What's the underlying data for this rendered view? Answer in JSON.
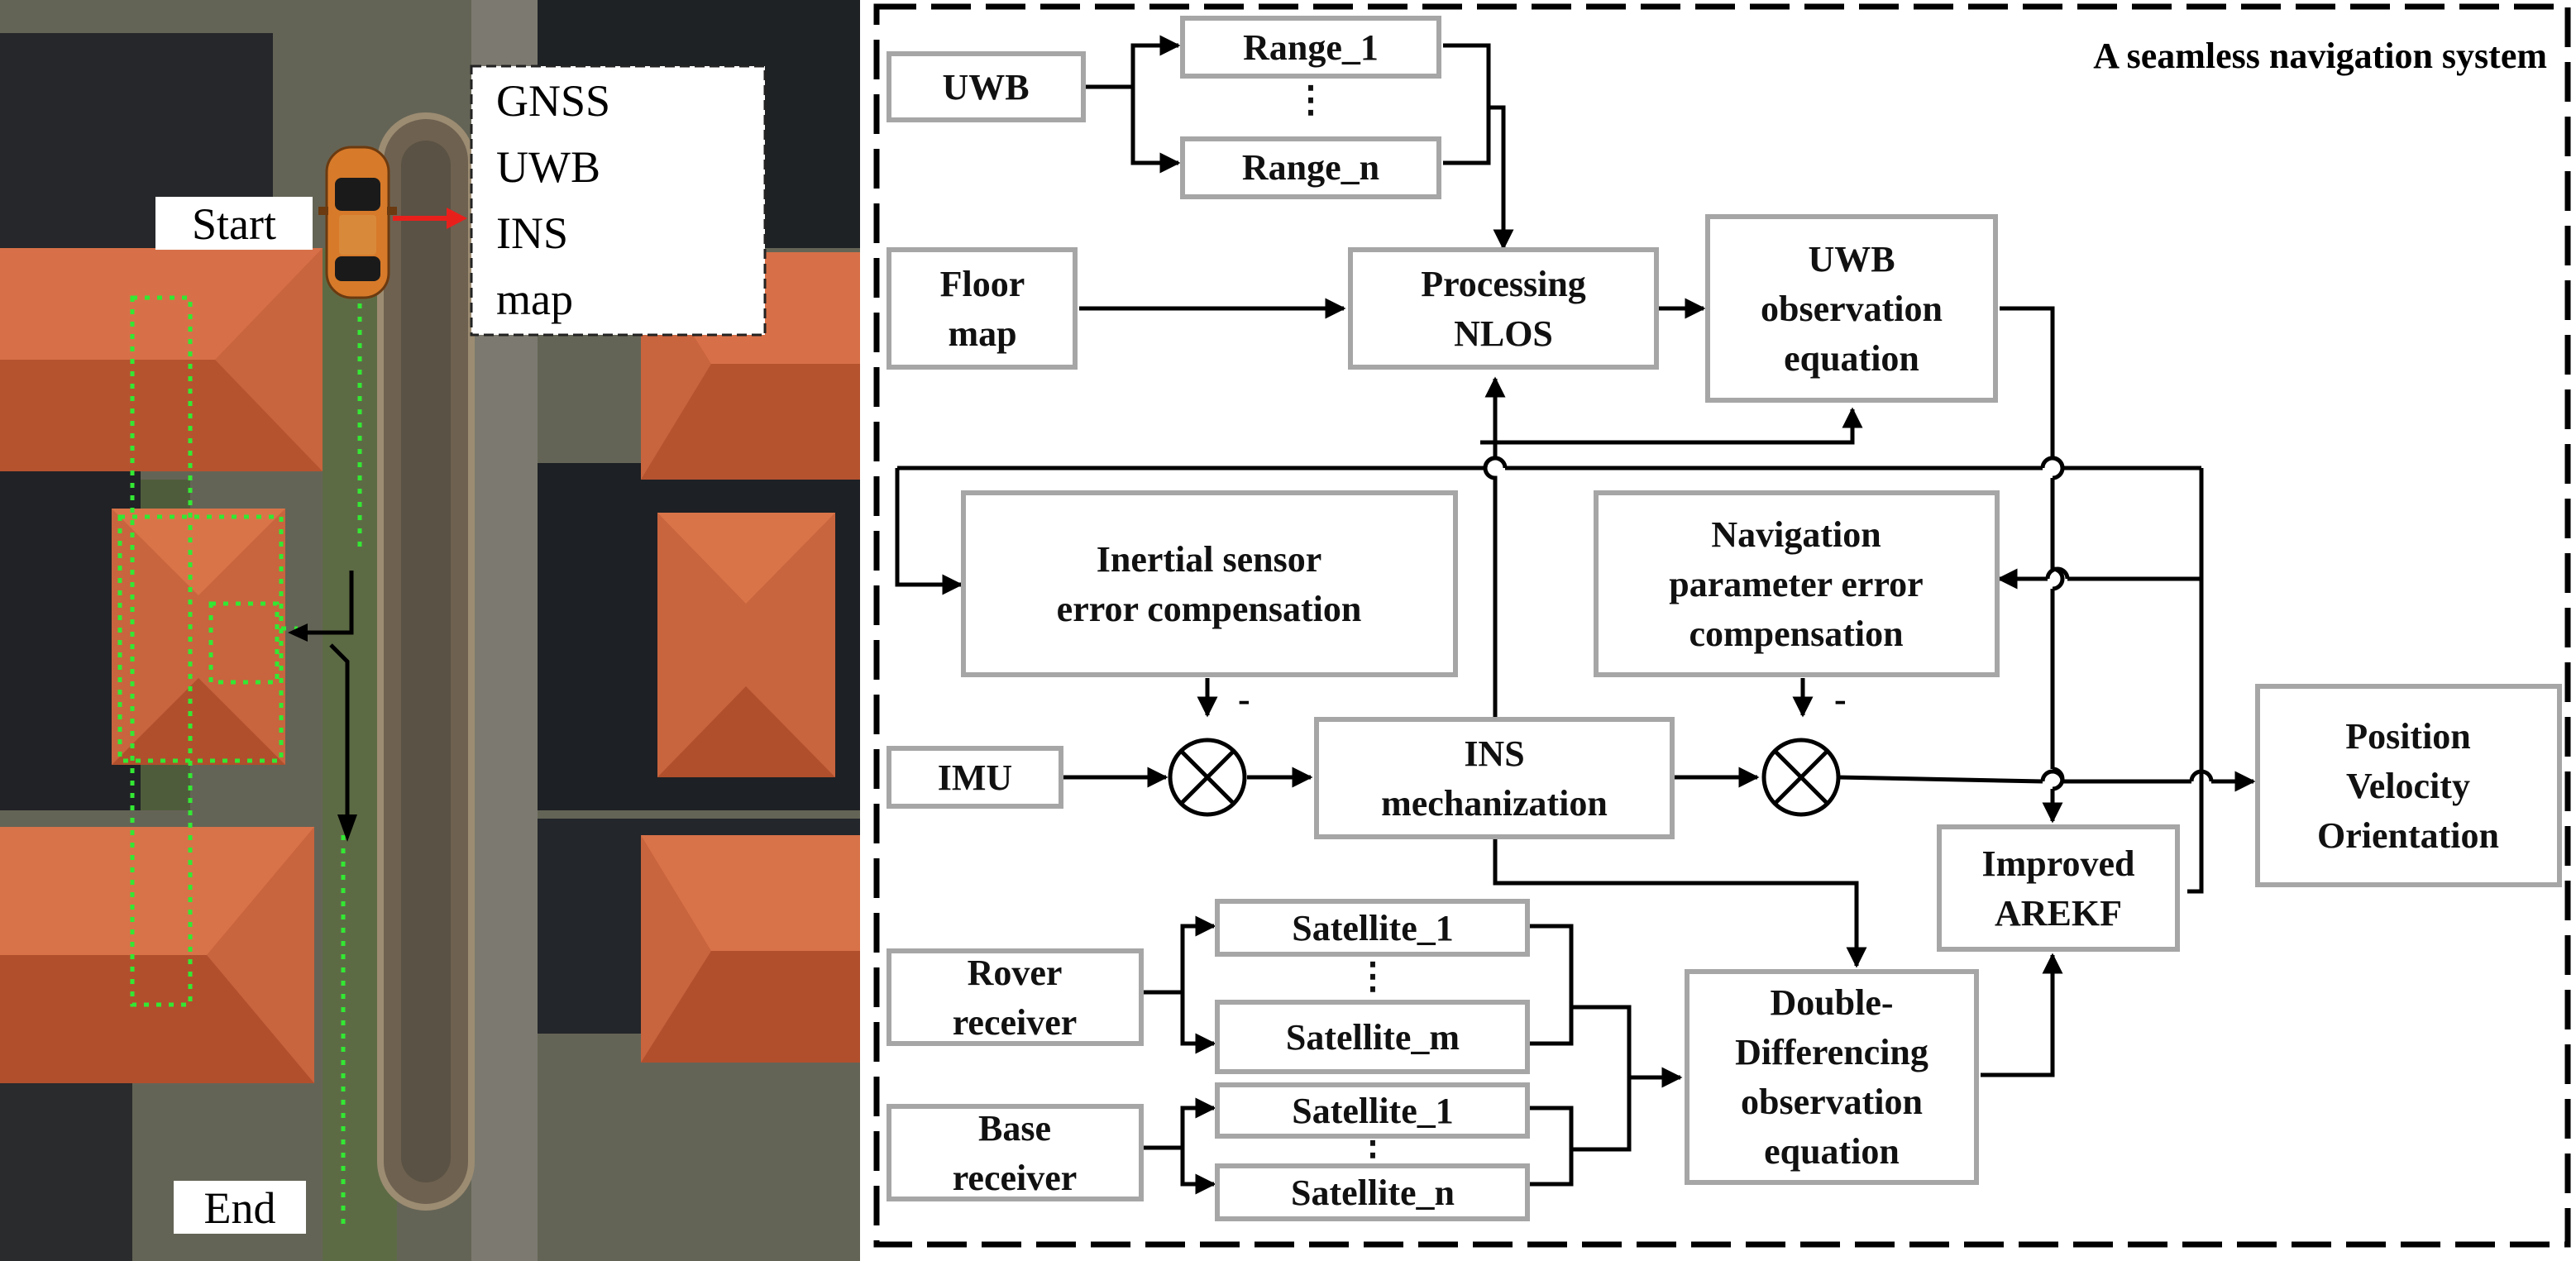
{
  "aerial": {
    "start_label": "Start",
    "end_label": "End",
    "legend_items": [
      "GNSS",
      "UWB",
      "INS",
      "map"
    ]
  },
  "diagram": {
    "system_title": "A seamless navigation system",
    "nodes": {
      "uwb": [
        "UWB"
      ],
      "range_1": [
        "Range_1"
      ],
      "range_dots": [
        "⋮"
      ],
      "range_n": [
        "Range_n"
      ],
      "floor_map": [
        "Floor",
        "map"
      ],
      "processing_nlos": [
        "Processing",
        "NLOS"
      ],
      "uwb_obs_eq": [
        "UWB",
        "observation",
        "equation"
      ],
      "inertial_comp": [
        "Inertial sensor",
        "error compensation"
      ],
      "nav_param_comp": [
        "Navigation",
        "parameter error",
        "compensation"
      ],
      "imu": [
        "IMU"
      ],
      "ins_mech": [
        "INS",
        "mechanization"
      ],
      "pvo": [
        "Position",
        "Velocity",
        "Orientation"
      ],
      "improved_arekf": [
        "Improved",
        "AREKF"
      ],
      "rover_receiver": [
        "Rover",
        "receiver"
      ],
      "base_receiver": [
        "Base",
        "receiver"
      ],
      "rover_sat_1": [
        "Satellite_1"
      ],
      "rover_sat_dots": [
        "⋮"
      ],
      "rover_sat_m": [
        "Satellite_m"
      ],
      "base_sat_1": [
        "Satellite_1"
      ],
      "base_sat_dots": [
        "⋮"
      ],
      "base_sat_n": [
        "Satellite_n"
      ],
      "dd_obs_eq": [
        "Double-",
        "Differencing",
        "observation",
        "equation"
      ]
    },
    "minus_sign": "-"
  }
}
